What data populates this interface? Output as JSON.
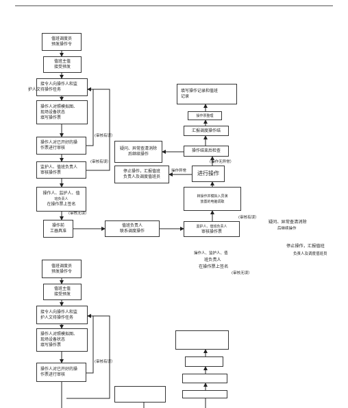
{
  "flow1": {
    "b1": [
      "值班调度员",
      "预发操作令"
    ],
    "b2": [
      "值班主值",
      "接受预发"
    ],
    "b3": [
      "接令人向操作人和监",
      "护人文待操作任务"
    ],
    "b4": [
      "操作人对照模拟图、",
      "现场设备状态",
      "填写操作票"
    ],
    "b5": [
      "操作人对已开好的操",
      "作票进行审核"
    ],
    "b6": [
      "监护人、值班负责人",
      "审核操作票"
    ],
    "b7": [
      "操作人、监护人、值",
      "班负责人",
      "在操作票上签名"
    ],
    "b8": [
      "操作前",
      "工器具准"
    ],
    "b9": [
      "值班负责人",
      "联系调度操作"
    ],
    "b10": [
      "监护人、值班负责人",
      "审核操作票"
    ],
    "b11": [
      "疑问、异常查清消除",
      "后继续操作"
    ],
    "b12": [
      "停止操作，汇报值班",
      "负责人及调度值班员"
    ],
    "b13": [
      "进行操作"
    ],
    "b14": [
      "操作结束后检查"
    ],
    "b15": [
      "汇报调度操作结"
    ],
    "b16": [
      "操作票整理"
    ],
    "b17": [
      "填写操作记录和值班",
      "记录"
    ],
    "note_check1": "(审核有误）",
    "note_check2": "(审核有误）",
    "note_sign_ok": "(审核无误）",
    "note_abnormal": "操作异常",
    "note_no_abnormal": "(操作无异常）",
    "note_simulate": [
      "转操作并模拟入员演",
      "放置的电脑调取"
    ],
    "note_check3": "(审核有误）",
    "float_doubt": "疑问、异常查清消除",
    "float_doubt_sub": "后继续操作",
    "float_stop": "停止操作，汇报值班",
    "float_stop_sub": "负责人及调度值班员",
    "float_sign": [
      "操作人、监护人、值",
      "班负责人",
      "在操作票上签名"
    ],
    "float_sign_ok": "(审核无误）"
  },
  "flow2": {
    "b1": [
      "值班调度员",
      "预发操作令"
    ],
    "b2": [
      "值班主值",
      "接受预发"
    ],
    "b3": [
      "接令人向操作人和监",
      "护人文待操作任务"
    ],
    "b4": [
      "操作人对照模拟图、",
      "现场设备状态",
      "填写操作票"
    ],
    "b5": [
      "操作人对已开好的操",
      "作票进行审核"
    ],
    "note_check1": "(审核有误）"
  }
}
